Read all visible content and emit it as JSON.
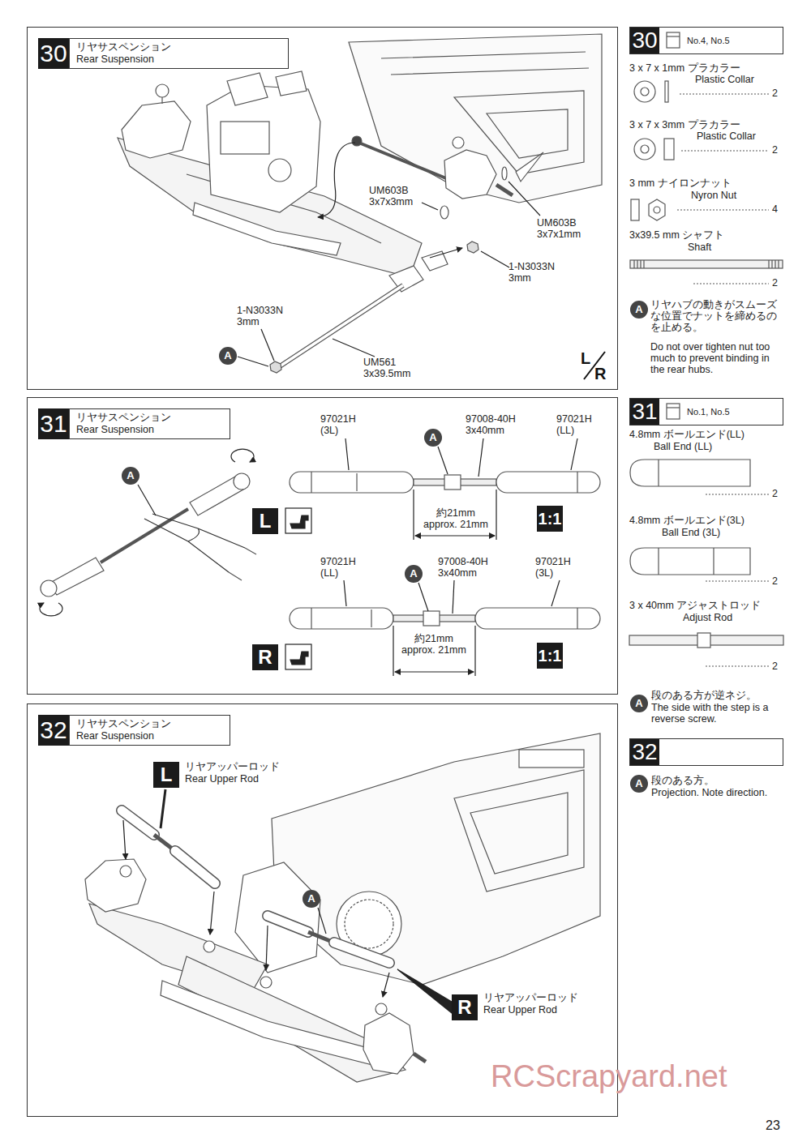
{
  "diagram": {
    "nodes": [
      {
        "text": [
          "30",
          "リヤサスペンション Rear Suspension"
        ]
      },
      {
        "text": [
          "30",
          "No.4, No.5"
        ]
      },
      {
        "text": [
          "31",
          "リヤサスペンション Rear Suspension"
        ]
      },
      {
        "text": [
          "31",
          "No.1, No.5"
        ]
      },
      {
        "text": [
          "32",
          "リヤサスペンション Rear Suspension"
        ]
      },
      {
        "text": [
          "32"
        ]
      }
    ],
    "labels": [
      "UM603B 3x7x3mm",
      "UM603B 3x7x1mm",
      "1-N3033N 3mm",
      "1-N3033N 3mm",
      "A",
      "UM561 3x39.5mm",
      "L",
      "R",
      "3 x 7 x 1mm プラカラー",
      "Plastic Collar",
      "2",
      "3 x 7 x 3mm プラカラー",
      "Plastic Collar",
      "2",
      "3 mm ナイロンナット",
      "Nyron Nut",
      "4",
      "3x39.5 mm シャフト",
      "Shaft",
      "2",
      "A",
      "リヤハブの動きがスムーズな位置でナットを締めるのを止める。",
      "Do not over tighten nut too much to prevent binding in the rear hubs.",
      "A",
      "97021H (3L)",
      "A",
      "97008-40H 3x40mm",
      "97021H (LL)",
      "約21mm",
      "approx. 21mm",
      "L",
      "1:1",
      "97021H (LL)",
      "A",
      "97008-40H 3x40mm",
      "97021H (3L)",
      "約21mm",
      "approx. 21mm",
      "R",
      "1:1",
      "4.8mm ボールエンド(LL)",
      "Ball End (LL)",
      "2",
      "4.8mm ボールエンド(3L)",
      "Ball End (3L)",
      "2",
      "3 x 40mm アジャストロッド",
      "Adjust Rod",
      "2",
      "A",
      "段のある方が逆ネジ。",
      "The side with the step is a reverse screw.",
      "L",
      "リヤアッパーロッド",
      "Rear Upper Rod",
      "A",
      "R",
      "リヤアッパーロッド",
      "Rear Upper Rod",
      "A",
      "段のある方。",
      "Projection. Note direction.",
      "RCScrapyard.net",
      "23"
    ]
  }
}
